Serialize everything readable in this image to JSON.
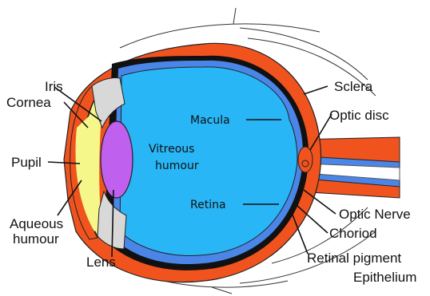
{
  "labels": {
    "iris": "Iris",
    "cornea": "Cornea",
    "pupil": "Pupil",
    "aqueous_line1": "Aqueous",
    "aqueous_line2": "humour",
    "lens": "Lens",
    "vitreous_line1": "Vitreous",
    "vitreous_line2": "humour",
    "macula": "Macula",
    "retina": "Retina",
    "sclera": "Sclera",
    "optic_disc": "Optic disc",
    "optic_nerve": "Optic Nerve",
    "choroid": "Choriod",
    "rpe_line1": "Retinal pigment",
    "rpe_line2": "Epithelium"
  },
  "colors": {
    "sclera": "#f0531e",
    "choroid": "#111111",
    "retina": "#4a86e8",
    "vitreous": "#29b6f6",
    "lens": "#c060ee",
    "aqueous": "#f5f78a",
    "background": "#ffffff"
  }
}
